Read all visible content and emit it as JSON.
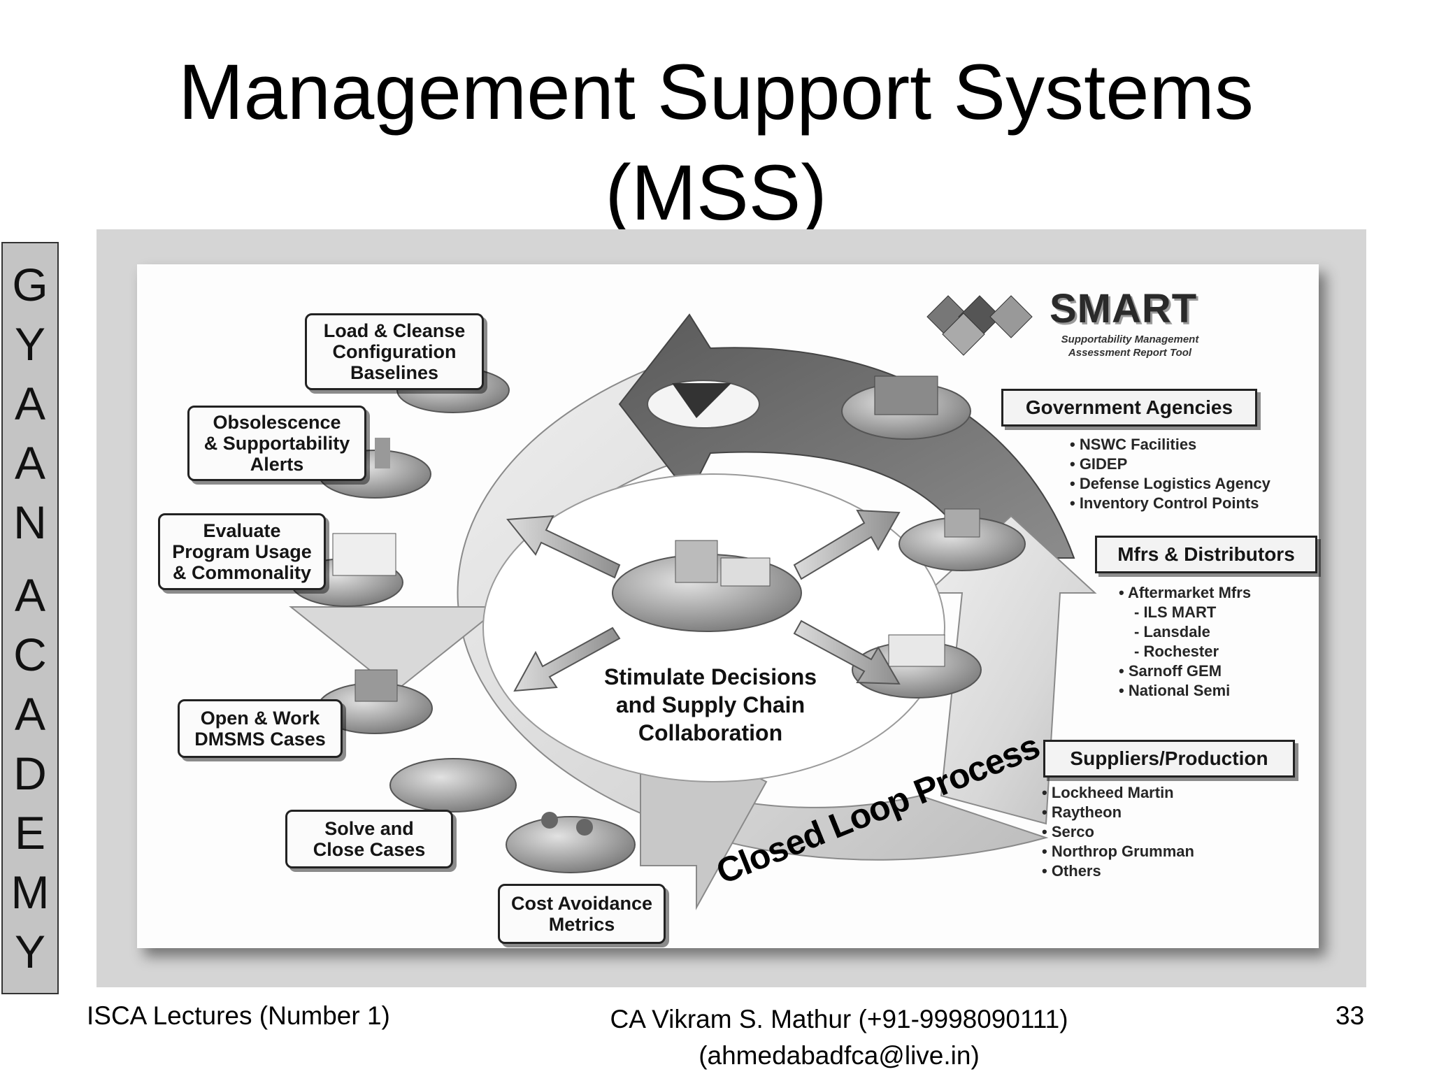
{
  "slide": {
    "title_line1": "Management  Support Systems",
    "title_line2": "(MSS)"
  },
  "sidebar": {
    "letters": [
      "G",
      "Y",
      "A",
      "A",
      "N",
      "",
      "A",
      "C",
      "A",
      "D",
      "E",
      "M",
      "Y"
    ]
  },
  "diagram": {
    "logo": {
      "word": "SMART",
      "subtitle_line1": "Supportability Management",
      "subtitle_line2": "Assessment Report Tool"
    },
    "process_steps": [
      {
        "lines": [
          "Load & Cleanse",
          "Configuration",
          "Baselines"
        ]
      },
      {
        "lines": [
          "Obsolescence",
          "& Supportability",
          "Alerts"
        ]
      },
      {
        "lines": [
          "Evaluate",
          "Program Usage",
          "& Commonality"
        ]
      },
      {
        "lines": [
          "Open & Work",
          "DMSMS Cases"
        ]
      },
      {
        "lines": [
          "Solve and",
          "Close Cases"
        ]
      },
      {
        "lines": [
          "Cost Avoidance",
          "Metrics"
        ]
      }
    ],
    "center_text": [
      "Stimulate Decisions",
      "and Supply Chain",
      "Collaboration"
    ],
    "loop_label": "Closed Loop Process",
    "categories": [
      {
        "title": "Government Agencies",
        "items": [
          "•  NSWC Facilities",
          "•  GIDEP",
          "•  Defense Logistics Agency",
          "•  Inventory Control Points"
        ]
      },
      {
        "title": "Mfrs & Distributors",
        "items": [
          "• Aftermarket Mfrs",
          "- ILS MART",
          "- Lansdale",
          "- Rochester",
          "• Sarnoff GEM",
          "• National Semi"
        ]
      },
      {
        "title": "Suppliers/Production",
        "items": [
          "•  Lockheed Martin",
          "•  Raytheon",
          "•  Serco",
          "•  Northrop Grumman",
          "•  Others"
        ]
      }
    ]
  },
  "footer": {
    "left": "ISCA Lectures (Number 1)",
    "center_line1": "CA Vikram S. Mathur (+91-9998090111)",
    "center_line2": "(ahmedabadfca@live.in)",
    "page_number": "33"
  }
}
